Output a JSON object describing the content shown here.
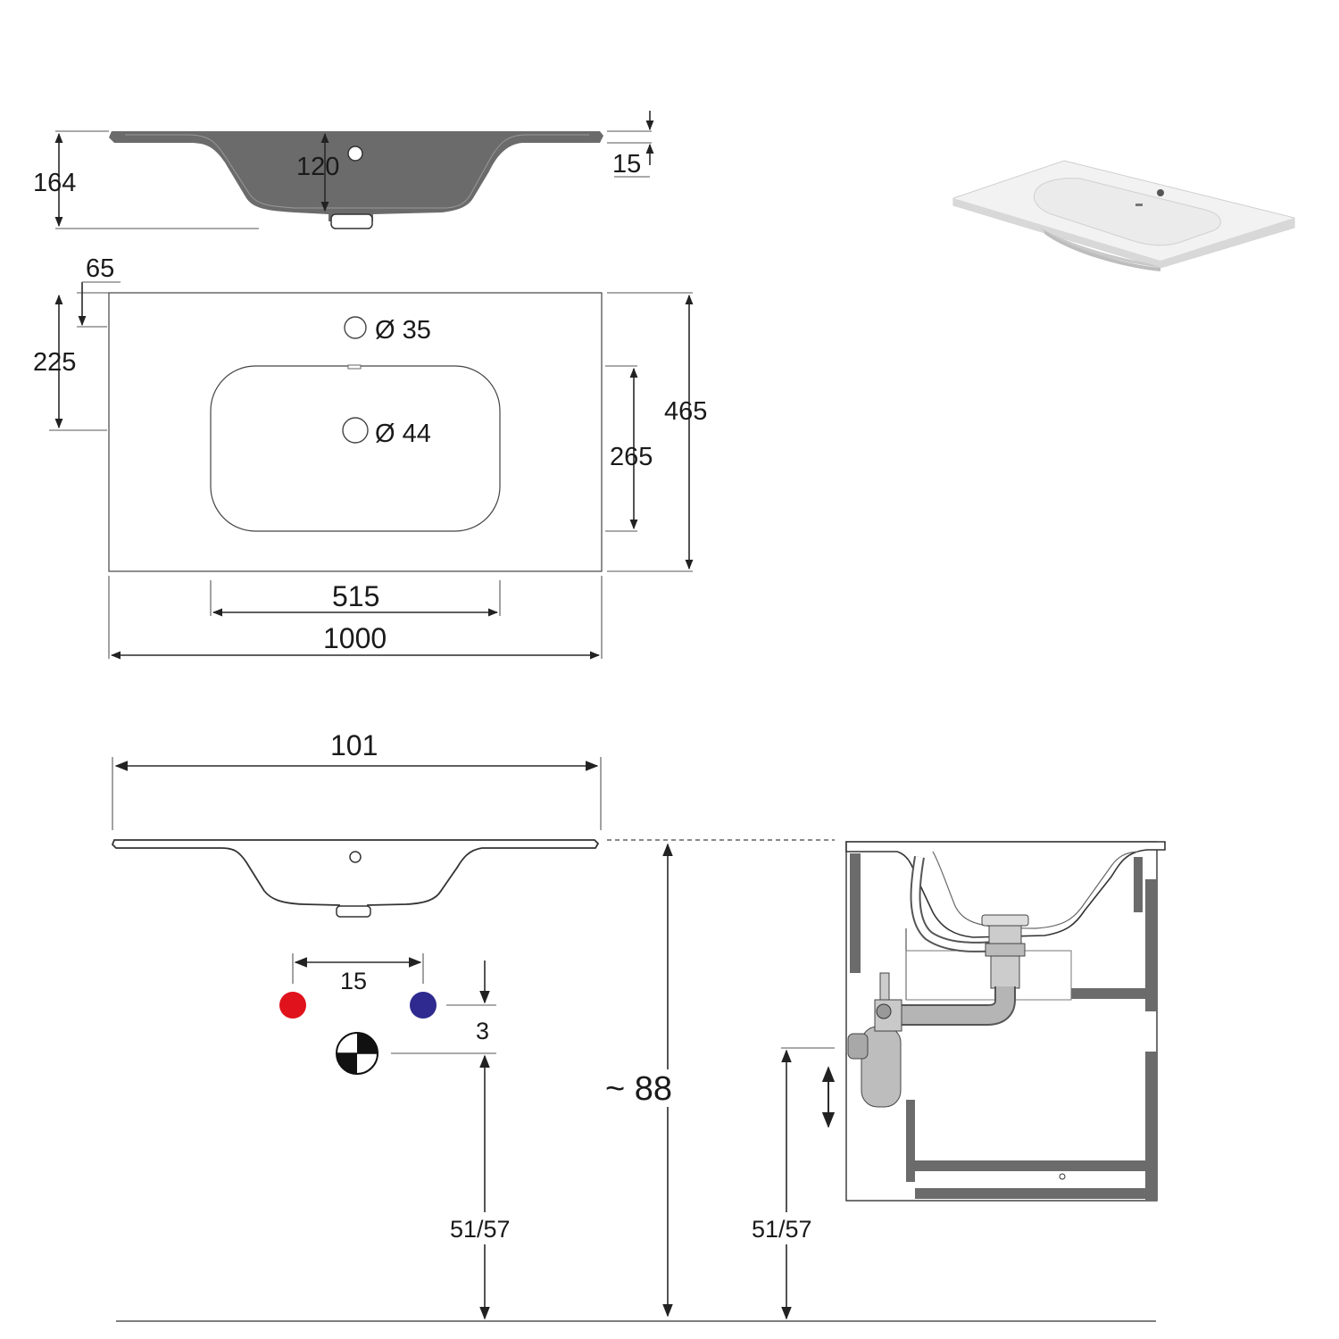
{
  "section_view": {
    "height": "164",
    "basin_depth": "120",
    "rim_thickness": "15"
  },
  "top_view": {
    "tap_hole_offset": "65",
    "drain_offset": "225",
    "tap_hole": "Ø 35",
    "drain_hole": "Ø 44",
    "basin_depth_dim": "265",
    "total_depth": "465",
    "basin_width": "515",
    "total_width": "1000"
  },
  "installation_front": {
    "width_cm": "101",
    "valve_spacing": "15",
    "valve_drop": "3",
    "drain_height": "51/57",
    "total_height": "~ 88"
  },
  "installation_side": {
    "drain_height": "51/57"
  },
  "colors": {
    "hot_valve": "#e0121b",
    "cold_valve": "#2e2a8f",
    "ceramic_section": "#6b6b6b"
  }
}
